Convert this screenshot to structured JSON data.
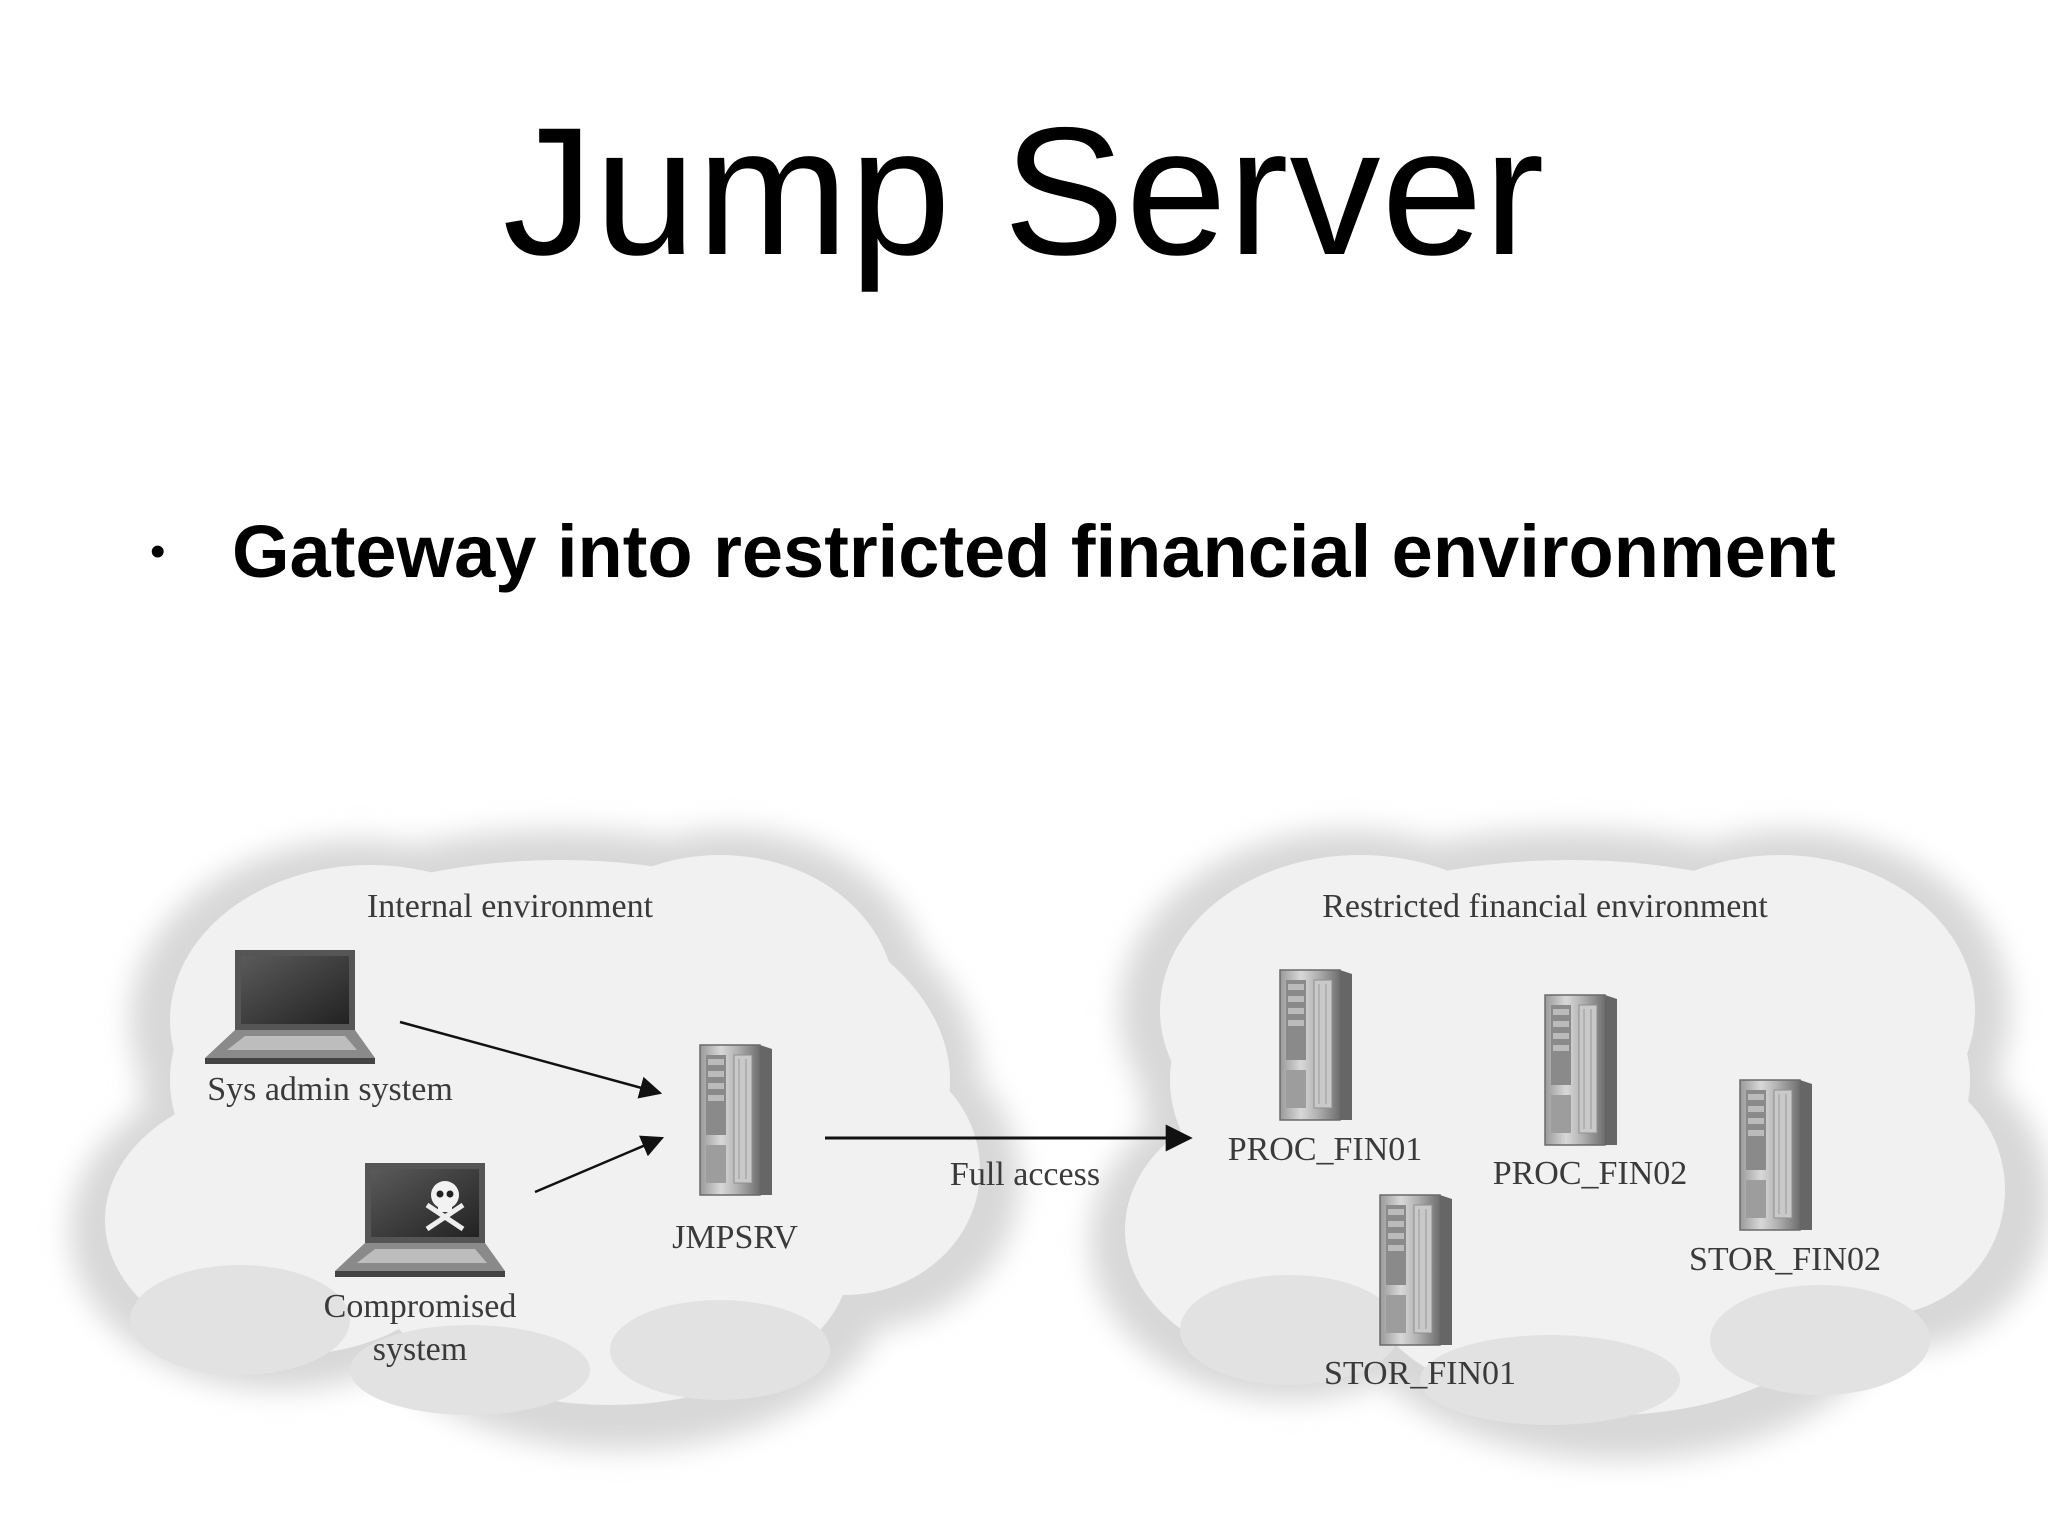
{
  "slide": {
    "title": "Jump Server",
    "bullet": "Gateway into restricted financial environment"
  },
  "diagram": {
    "internal_label": "Internal environment",
    "restricted_label": "Restricted financial environment",
    "sysadmin_label": "Sys admin system",
    "compromised_label_line1": "Compromised",
    "compromised_label_line2": "system",
    "jumpserver_label": "JMPSRV",
    "access_label": "Full access",
    "proc_fin01_label": "PROC_FIN01",
    "proc_fin02_label": "PROC_FIN02",
    "stor_fin01_label": "STOR_FIN01",
    "stor_fin02_label": "STOR_FIN02",
    "icons": {
      "laptop": "laptop-icon",
      "skull": "skull-crossbones-icon",
      "server": "server-tower-icon"
    }
  }
}
